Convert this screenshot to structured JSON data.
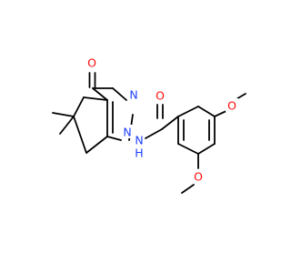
{
  "colors": {
    "background": "#ffffff",
    "bond": "#000000",
    "oxygen": "#ff0d0d",
    "nitrogen": "#2040ff",
    "hydrogen_on_nitrogen": "#2040ff"
  },
  "atoms": {
    "ketone_oxygen": "O",
    "pyrimidine_n3": "N",
    "pyrimidine_n1": "N",
    "amide_nitrogen": "N",
    "amide_hydrogen": "H",
    "amide_oxygen": "O",
    "methoxy_oxygen_top": "O",
    "methoxy_oxygen_bottom": "O"
  }
}
